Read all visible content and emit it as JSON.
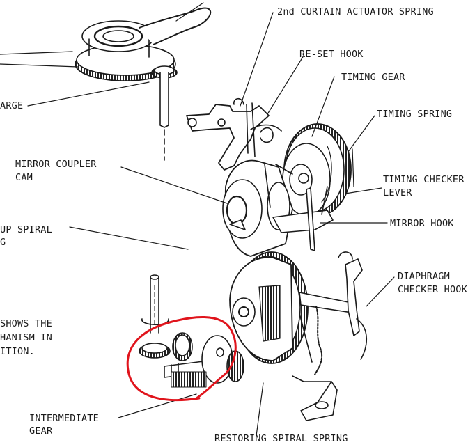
{
  "labels": {
    "curtain_actuator_spring": "2nd CURTAIN ACTUATOR SPRING",
    "reset_hook": "RE-SET HOOK",
    "timing_gear": "TIMING GEAR",
    "timing_spring": "TIMING SPRING",
    "timing_checker_lever_1": "TIMING CHECKER",
    "timing_checker_lever_2": "LEVER",
    "mirror_hook": "MIRROR HOOK",
    "diaphragm_checker_hook_1": "DIAPHRAGM",
    "diaphragm_checker_hook_2": "CHECKER HOOK",
    "restoring_spiral_spring": "RESTORING SPIRAL SPRING",
    "intermediate_gear_1": "INTERMEDIATE",
    "intermediate_gear_2": "GEAR",
    "mirror_coupler_cam_1": "MIRROR COUPLER",
    "mirror_coupler_cam_2": "CAM",
    "up_spiral_1": "UP SPIRAL",
    "up_spiral_2": "G",
    "charge": "ARGE",
    "caption_1": "SHOWS THE",
    "caption_2": "HANISM IN",
    "caption_3": "ITION."
  },
  "colors": {
    "ink": "#1a1a1a",
    "highlight": "#e0141c"
  }
}
